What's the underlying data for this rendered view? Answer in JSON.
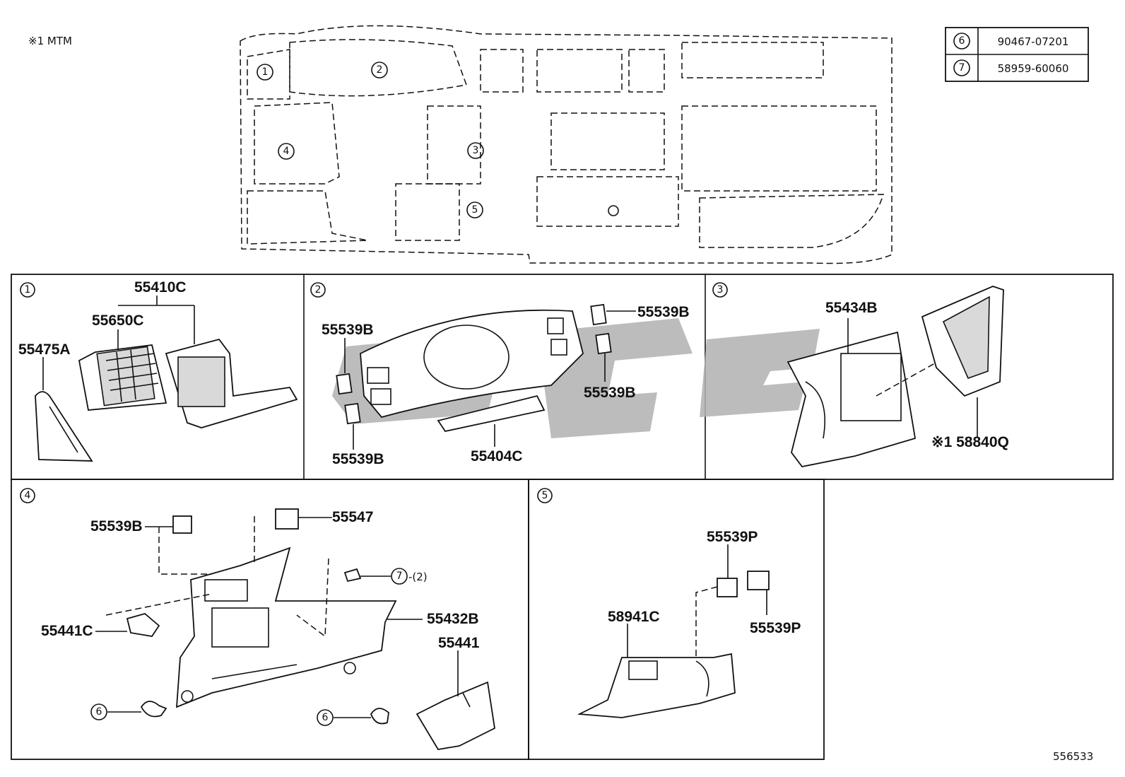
{
  "header_note": "※1 MTM",
  "legend": [
    {
      "num": "6",
      "part": "90467-07201"
    },
    {
      "num": "7",
      "part": "58959-60060"
    }
  ],
  "overview_callouts": [
    "1",
    "2",
    "3",
    "4",
    "5"
  ],
  "panels": {
    "p1": {
      "num": "1",
      "labels": {
        "a": "55410C",
        "b": "55650C",
        "c": "55475A"
      }
    },
    "p2": {
      "num": "2",
      "labels": {
        "a": "55539B",
        "b": "55539B",
        "c": "55539B",
        "d": "55539B",
        "e": "55404C"
      }
    },
    "p3": {
      "num": "3",
      "labels": {
        "a": "55434B",
        "b": "※1 58840Q"
      }
    },
    "p4": {
      "num": "4",
      "labels": {
        "a": "55539B",
        "b": "55547",
        "c": "55441C",
        "d": "55432B",
        "e": "55441",
        "f": "-(2)"
      },
      "callouts": {
        "seven": "7",
        "six_a": "6",
        "six_b": "6"
      }
    },
    "p5": {
      "num": "5",
      "labels": {
        "a": "55539P",
        "b": "58941C",
        "c": "55539P"
      }
    }
  },
  "diagram_id": "556533"
}
